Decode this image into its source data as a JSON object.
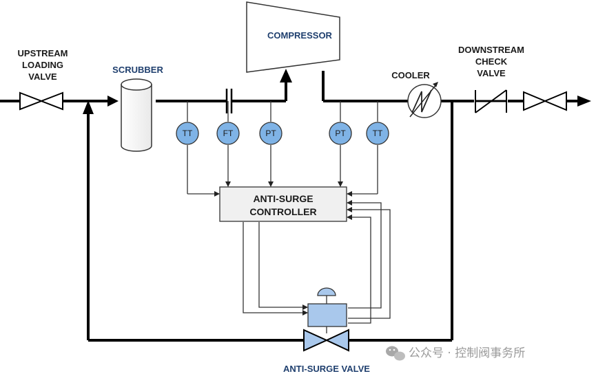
{
  "labels": {
    "upstream_valve": [
      "UPSTREAM",
      "LOADING",
      "VALVE"
    ],
    "scrubber": "SCRUBBER",
    "compressor": "COMPRESSOR",
    "cooler": "COOLER",
    "downstream_check_valve": [
      "DOWNSTREAM",
      "CHECK",
      "VALVE"
    ],
    "controller": [
      "ANTI-SURGE",
      "CONTROLLER"
    ],
    "anti_surge_valve": "ANTI-SURGE VALVE"
  },
  "instruments": {
    "suction_tt": "TT",
    "suction_ft": "FT",
    "suction_pt": "PT",
    "discharge_pt": "PT",
    "discharge_tt": "TT"
  },
  "watermark": "公众号 · 控制阀事务所",
  "colors": {
    "line": "#000000",
    "signal": "#222222",
    "equipment_fill": "#ffffff",
    "instrument_fill": "#7fb3e6",
    "valve_fill": "#a9c8ec",
    "controller_fill": "#f0f0f0",
    "label_blue": "#1f3f6e"
  }
}
